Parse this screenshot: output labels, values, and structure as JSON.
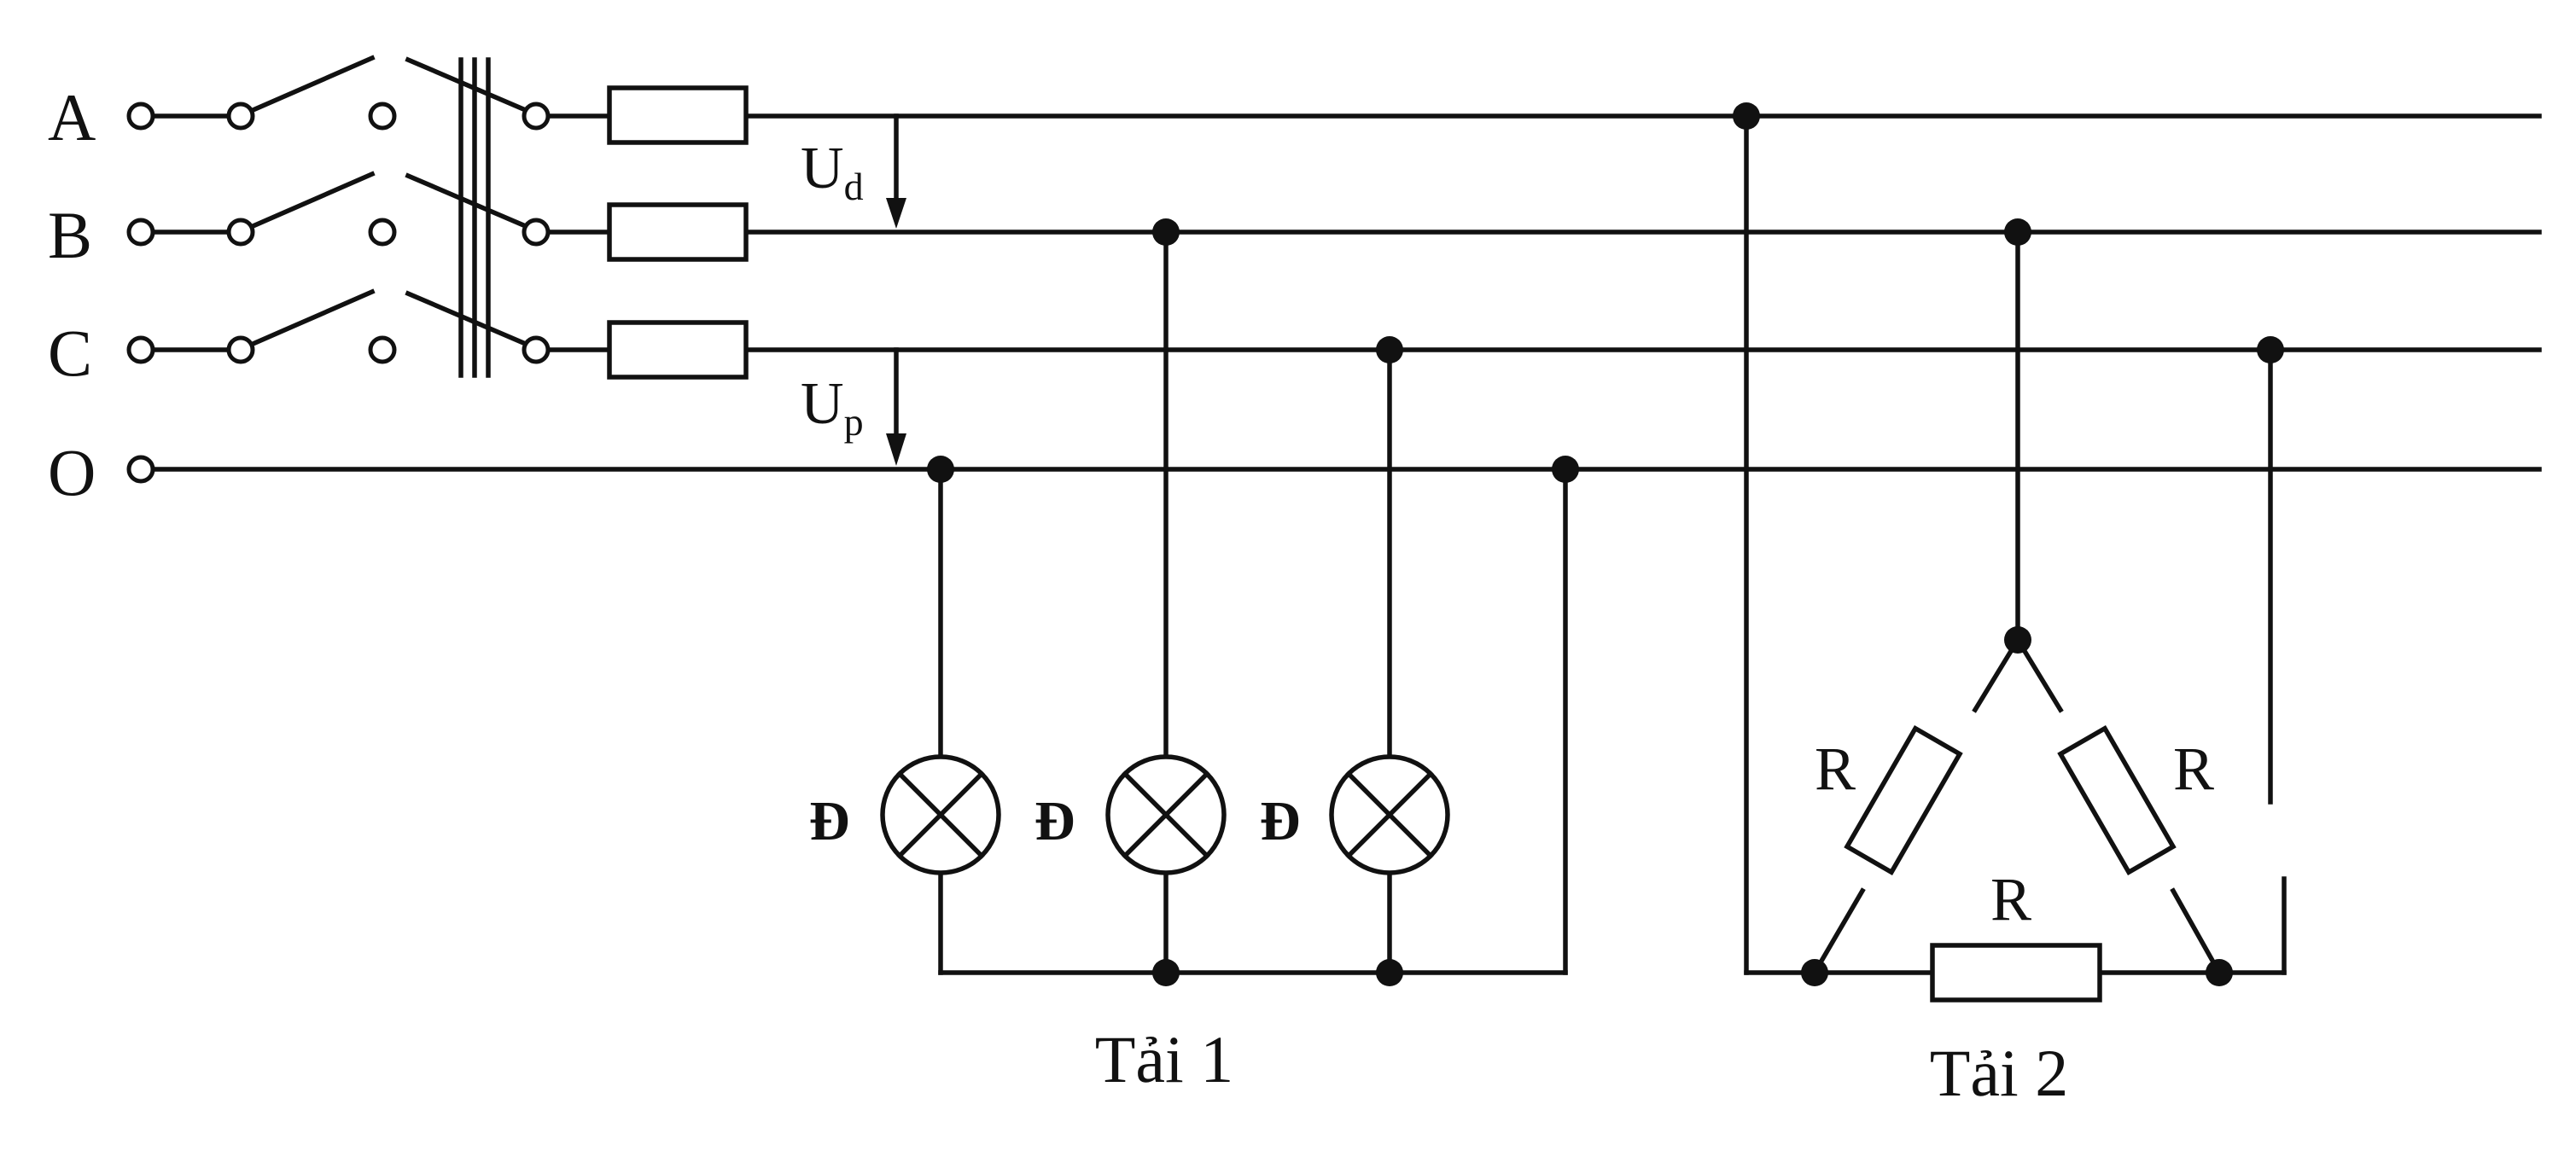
{
  "phases": [
    "A",
    "B",
    "C",
    "O"
  ],
  "voltages": {
    "line": {
      "symbol": "U",
      "sub": "d"
    },
    "phase": {
      "symbol": "U",
      "sub": "p"
    }
  },
  "load1": {
    "label": "Tải 1",
    "lamp_label": "Đ",
    "lamp_count": 3,
    "connection": "star"
  },
  "load2": {
    "label": "Tải 2",
    "resistor_label": "R",
    "resistor_count": 3,
    "connection": "delta"
  },
  "colors": {
    "line": "#111111",
    "background": "#ffffff"
  }
}
